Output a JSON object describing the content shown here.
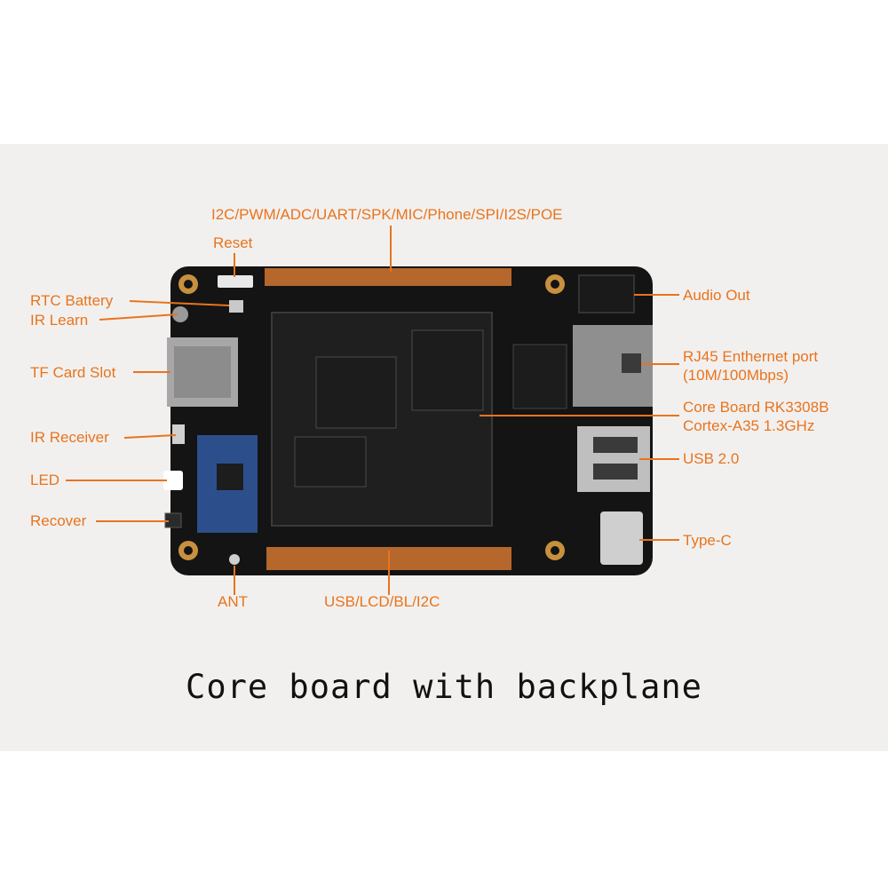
{
  "labels": {
    "top_header": "I2C/PWM/ADC/UART/SPK/MIC/Phone/SPI/I2S/POE",
    "reset": "Reset",
    "rtc_battery": "RTC Battery",
    "ir_learn": "IR Learn",
    "tf_card_slot": "TF Card Slot",
    "ir_receiver": "IR Receiver",
    "led": "LED",
    "recover": "Recover",
    "ant": "ANT",
    "bottom_header": "USB/LCD/BL/I2C",
    "audio_out": "Audio Out",
    "rj45_line1": "RJ45 Enthernet port",
    "rj45_line2": "(10M/100Mbps)",
    "core_board_line1": "Core Board RK3308B",
    "core_board_line2": "Cortex-A35 1.3GHz",
    "usb20": "USB 2.0",
    "typec": "Type-C"
  },
  "caption": "Core board with backplane",
  "colors": {
    "label_orange": "#e8741e",
    "board_black": "#141414",
    "pin_header": "#b5672c",
    "module_blue": "#2c4f8c",
    "chip": "#1c1c1c",
    "background": "#f2f0ee"
  }
}
